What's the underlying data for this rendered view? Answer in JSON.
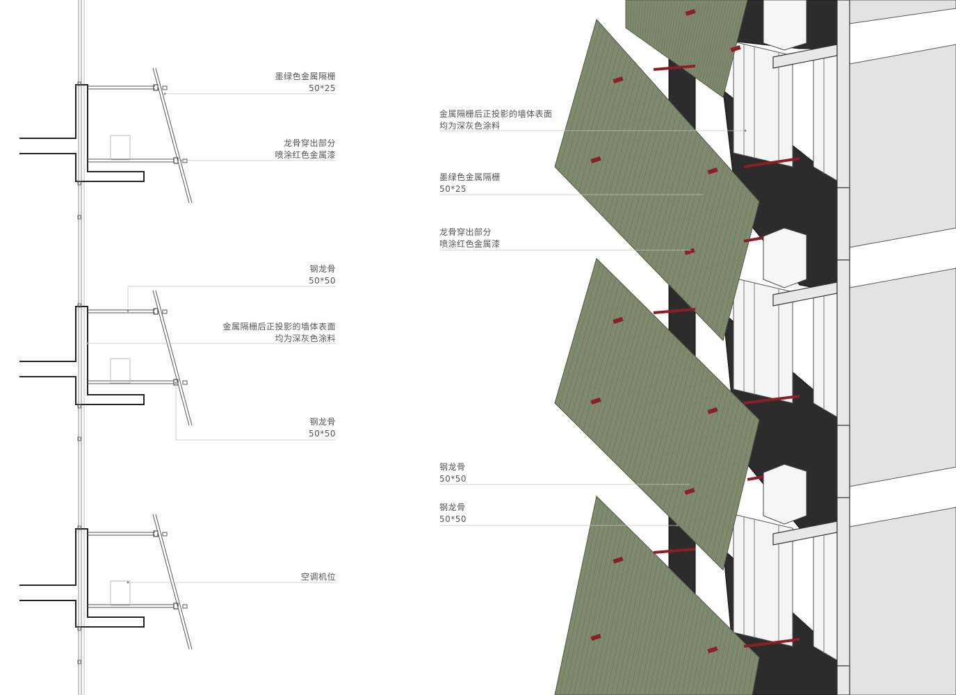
{
  "colors": {
    "panel_green": "#7f8a6d",
    "panel_rib": "#6d7760",
    "bracket_red": "#8b1f26",
    "wall_dark": "#2c2c2c",
    "slab_grey": "#e3e3e3",
    "leader_grey": "#bbbbbb",
    "text_grey": "#555555"
  },
  "section_labels": [
    {
      "line1": "墨绿色金属隔栅",
      "line2": "50*25"
    },
    {
      "line1": "龙骨穿出部分",
      "line2": "喷涂红色金属漆"
    },
    {
      "line1": "钢龙骨",
      "line2": "50*50"
    },
    {
      "line1": "金属隔栅后正投影的墙体表面",
      "line2": "均为深灰色涂料"
    },
    {
      "line1": "钢龙骨",
      "line2": "50*50"
    },
    {
      "line1": "空调机位",
      "line2": ""
    }
  ],
  "axon_labels": [
    {
      "line1": "金属隔栅后正投影的墙体表面",
      "line2": "均为深灰色涂料"
    },
    {
      "line1": "墨绿色金属隔栅",
      "line2": "50*25"
    },
    {
      "line1": "龙骨穿出部分",
      "line2": "喷涂红色金属漆"
    },
    {
      "line1": "钢龙骨",
      "line2": "50*50"
    },
    {
      "line1": "钢龙骨",
      "line2": "50*50"
    }
  ]
}
